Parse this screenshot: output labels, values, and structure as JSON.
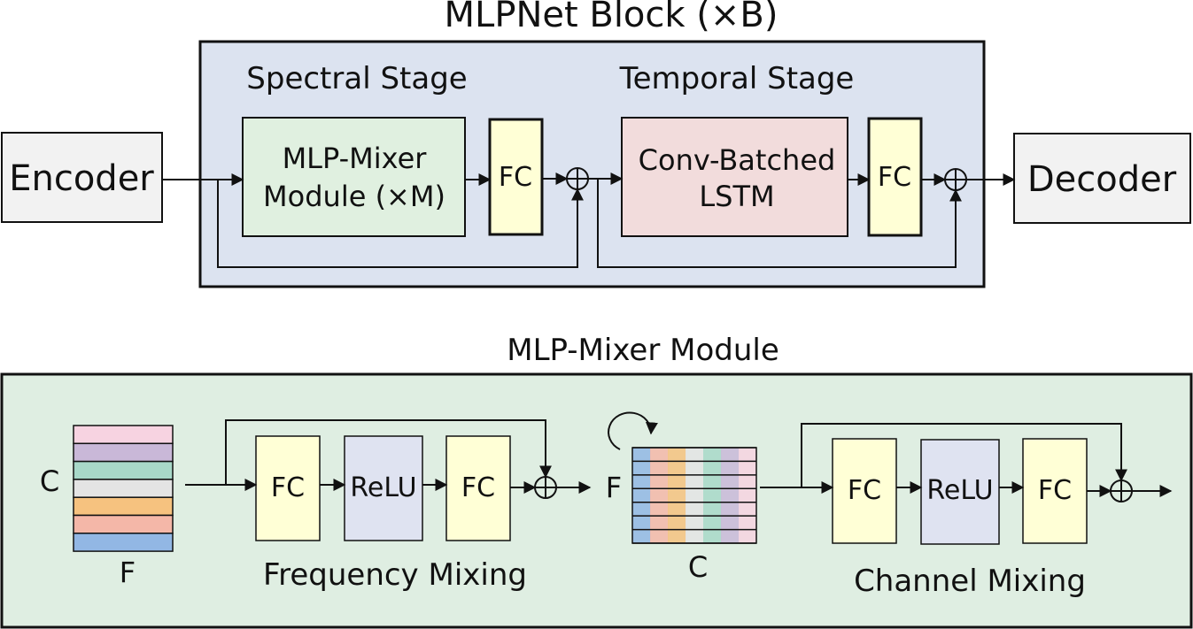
{
  "top": {
    "title": "MLPNet Block (×B)",
    "encoder": "Encoder",
    "decoder": "Decoder",
    "spectral_stage": "Spectral Stage",
    "temporal_stage": "Temporal Stage",
    "mixer_line1": "MLP-Mixer",
    "mixer_line2": "Module (×M)",
    "fc": "FC",
    "lstm_line1": "Conv-Batched",
    "lstm_line2": "LSTM",
    "plus": "⊕"
  },
  "bottom": {
    "title": "MLP-Mixer Module",
    "c_label": "C",
    "f_label": "F",
    "fc": "FC",
    "relu": "ReLU",
    "plus": "⊕",
    "frequency_mixing": "Frequency Mixing",
    "channel_mixing": "Channel Mixing"
  },
  "colors": {
    "block_bg": "#dce3f0",
    "mixer_bg": "#dfeee2",
    "mixer_box": "#e0f0e0",
    "fc_box": "#ffffd6",
    "lstm_box": "#f2dcdc",
    "relu_box": "#dfe3f1",
    "enc_dec": "#f2f2f2",
    "stripes": [
      "#f7d3e1",
      "#c9b8d8",
      "#a8d8c8",
      "#e4e4e4",
      "#f6c27f",
      "#f4b7a8",
      "#92b7e4"
    ]
  }
}
